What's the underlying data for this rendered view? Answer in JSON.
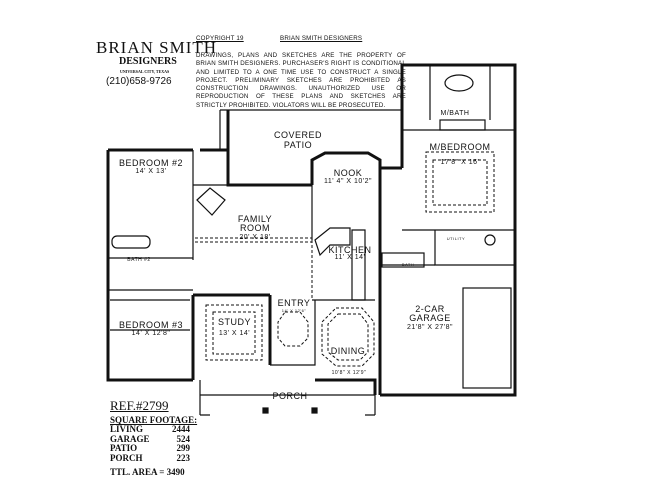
{
  "title_block": {
    "company": "BRIAN SMITH",
    "subtitle": "DESIGNERS",
    "location": "UNIVERSAL CITY, TEXAS",
    "phone": "(210)658-9726"
  },
  "copyright": {
    "label": "COPYRIGHT 19",
    "owner": "BRIAN SMITH DESIGNERS",
    "notice": "DRAWINGS, PLANS AND SKETCHES ARE THE PROPERTY OF BRIAN SMITH DESIGNERS. PURCHASER'S RIGHT IS CONDITIONAL AND LIMITED TO A ONE TIME USE TO CONSTRUCT A SINGLE PROJECT. PRELIMINARY SKETCHES ARE PROHIBITED AS CONSTRUCTION DRAWINGS. UNAUTHORIZED USE OR REPRODUCTION OF THESE PLANS AND SKETCHES ARE STRICTLY PROHIBITED. VIOLATORS WILL BE PROSECUTED."
  },
  "rooms": {
    "covered_patio": {
      "name": "COVERED",
      "name2": "PATIO"
    },
    "bedroom2": {
      "name": "BEDROOM #2",
      "size": "14' X 13'"
    },
    "nook": {
      "name": "NOOK",
      "size": "11' 4\" X 10'2\""
    },
    "master_bath": {
      "name": "M/BATH"
    },
    "master_bedroom": {
      "name": "M/BEDROOM",
      "size": "17'8\" X 16'"
    },
    "family_room": {
      "name": "FAMILY",
      "name2": "ROOM",
      "size": "20' X 18'"
    },
    "kitchen": {
      "name": "KITCHEN",
      "size": "11' X 14'"
    },
    "bath2": {
      "name": "BATH #2"
    },
    "bath": {
      "name": "BATH"
    },
    "utility": {
      "name": "UTILITY"
    },
    "bedroom3": {
      "name": "BEDROOM #3",
      "size": "14' X 12'8\""
    },
    "study": {
      "name": "STUDY",
      "size": "13' X 14'"
    },
    "entry": {
      "name": "ENTRY",
      "size": "14' X 12'6\""
    },
    "dining": {
      "name": "DINING",
      "size": "10'8\" X 12'9\""
    },
    "garage": {
      "name": "2-CAR",
      "name2": "GARAGE",
      "size": "21'8\" X 27'8\""
    },
    "porch": {
      "name": "PORCH"
    }
  },
  "summary": {
    "ref": "REF.#2799",
    "heading": "SQUARE FOOTAGE:",
    "rows": [
      {
        "label": "LIVING",
        "value": "2444"
      },
      {
        "label": "GARAGE",
        "value": "524"
      },
      {
        "label": "PATIO",
        "value": "299"
      },
      {
        "label": "PORCH",
        "value": "223"
      }
    ],
    "total_label": "TTL. AREA =",
    "total_value": "3490"
  }
}
